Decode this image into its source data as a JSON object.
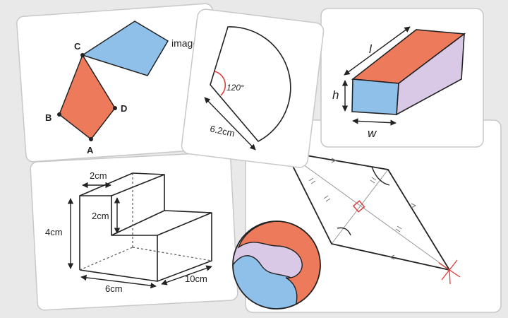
{
  "colors": {
    "background": "#e9e9e9",
    "card": "#ffffff",
    "card_border": "#c8c8c8",
    "orange": "#ee7a5c",
    "blue": "#8ec0ea",
    "lilac": "#dac9e6",
    "line": "#222222",
    "construction": "#999999",
    "arc_red": "#e23b3b"
  },
  "card_reflection": {
    "label_image": "image",
    "label_c": "C",
    "label_b": "B",
    "label_d": "D",
    "label_a": "A"
  },
  "card_sector": {
    "angle_label": "120°",
    "radius_label": "6.2cm"
  },
  "card_cuboid": {
    "label_l": "l",
    "label_h": "h",
    "label_w": "w"
  },
  "card_prism": {
    "label_top": "2cm",
    "label_step": "2cm",
    "label_height": "4cm",
    "label_length": "6cm",
    "label_depth": "10cm"
  },
  "card_kite": {},
  "circle_pattern": {}
}
